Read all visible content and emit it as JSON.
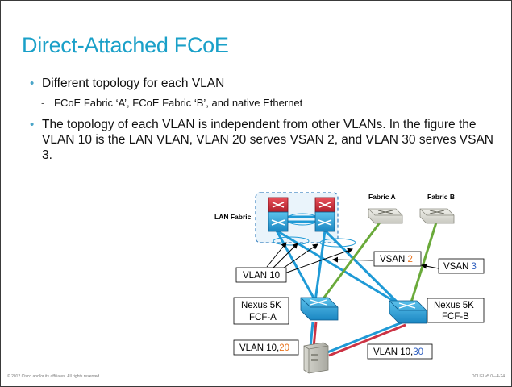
{
  "title": "Direct-Attached FCoE",
  "bullets": [
    {
      "text": "Different topology for each VLAN"
    },
    {
      "text": "The topology of each VLAN is independent from other VLANs. In the figure the VLAN 10 is the LAN VLAN, VLAN 20 serves VSAN 2, and VLAN 30 serves VSAN 3."
    }
  ],
  "sub_bullet": "FCoE Fabric ‘A’, FCoE Fabric ‘B’, and native Ethernet",
  "diagram": {
    "lan_fabric": "LAN Fabric",
    "fabric_a": "Fabric A",
    "fabric_b": "Fabric B",
    "vlan10": "VLAN 10",
    "vsan2_prefix": "VSAN ",
    "vsan2_num": "2",
    "vsan3_prefix": "VSAN ",
    "vsan3_num": "3",
    "nexus_a_line1": "Nexus 5K",
    "nexus_a_line2": "FCF-A",
    "nexus_b_line1": "Nexus 5K",
    "nexus_b_line2": "FCF-B",
    "host_left_prefix": "VLAN 10,",
    "host_left_num": "20",
    "host_right_prefix": "VLAN 10,",
    "host_right_num": "30"
  },
  "footer": {
    "left": "© 2012 Cisco and/or its affiliates. All rights reserved.",
    "right": "DCUFI v5.0—4-24"
  },
  "colors": {
    "title": "#1aa0c8",
    "link_blue": "#1f9ad6",
    "link_green": "#6aaa3a",
    "link_red": "#cc3344",
    "vsan2_accent": "#e8731f",
    "vsan3_accent": "#2f5fbf"
  }
}
